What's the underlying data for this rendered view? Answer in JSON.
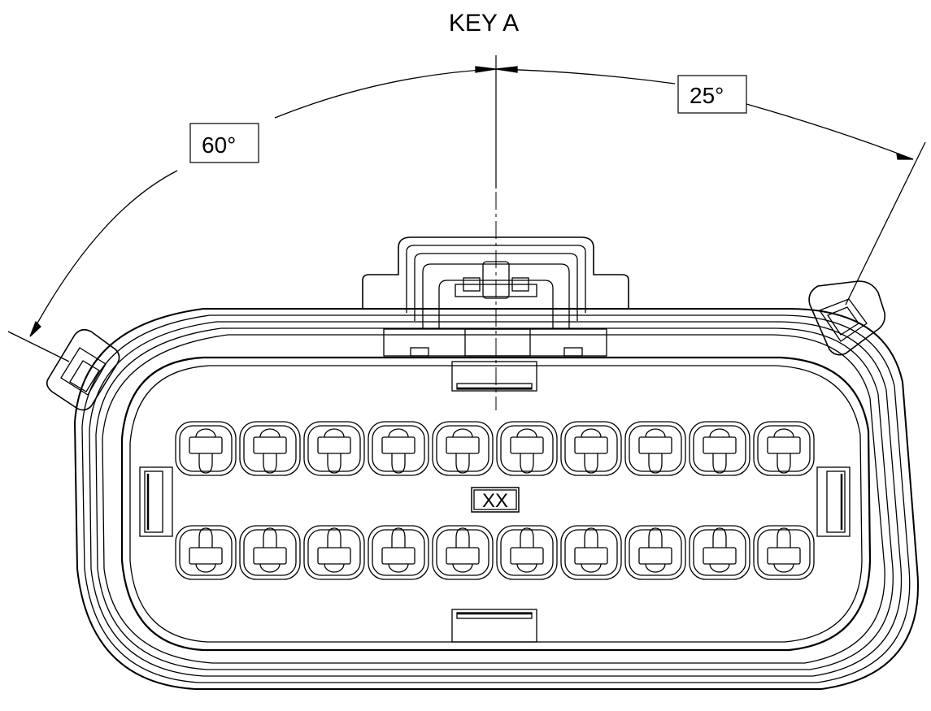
{
  "drawing": {
    "key_label": "KEY A",
    "left_angle": "60°",
    "right_angle": "25°",
    "marking": "XX",
    "cavity_rows": 2,
    "cavities_per_row": 10,
    "line_color": "#000000",
    "background": "#ffffff"
  }
}
